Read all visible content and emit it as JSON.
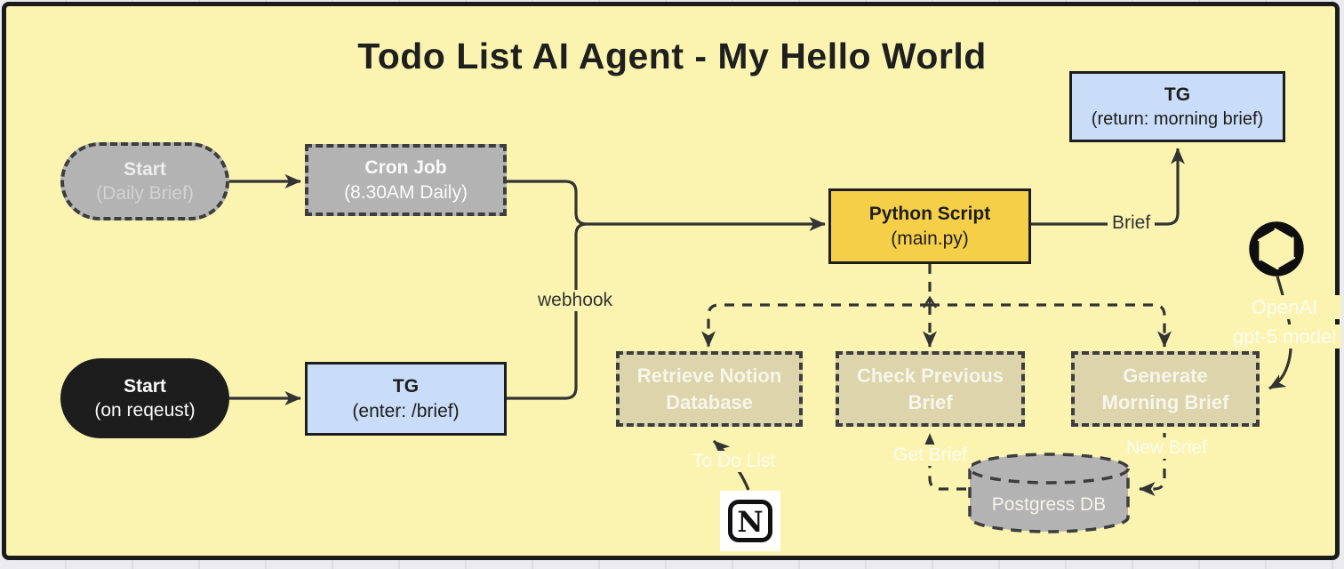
{
  "title": "Todo List AI Agent - My Hello World",
  "colors": {
    "canvas_bg": "#fbf4b0",
    "frame_border": "#1b1b1b",
    "node_gray": "#b3b3b3",
    "node_black": "#1d1d1d",
    "node_blue": "#c9dcf8",
    "node_amber": "#f6cf49",
    "node_khaki": "#dcd4aa",
    "edge_line": "#333333"
  },
  "nodes": {
    "start_daily": {
      "title": "Start",
      "subtitle": "(Daily Brief)"
    },
    "cron_job": {
      "title": "Cron Job",
      "subtitle": "(8.30AM Daily)"
    },
    "start_request": {
      "title": "Start",
      "subtitle": "(on reqeust)"
    },
    "tg_enter": {
      "title": "TG",
      "subtitle": "(enter: /brief)"
    },
    "python_script": {
      "title": "Python Script",
      "subtitle": "(main.py)"
    },
    "tg_return": {
      "title": "TG",
      "subtitle": "(return: morning brief)"
    },
    "retrieve_notion": {
      "title": "Retrieve Notion Database"
    },
    "check_previous": {
      "title": "Check Previous Brief"
    },
    "generate_morning": {
      "title": "Generate Morning Brief"
    },
    "postgres_db": {
      "title": "Postgress DB"
    }
  },
  "edge_labels": {
    "webhook": "webhook",
    "brief": "Brief",
    "to_do_list": "To Do List",
    "get_brief": "Get Brief",
    "new_brief": "New Brief"
  },
  "annotations": {
    "openai_line1": "OpenAI",
    "openai_line2": "gpt-5 model",
    "notion_letter": "N"
  }
}
